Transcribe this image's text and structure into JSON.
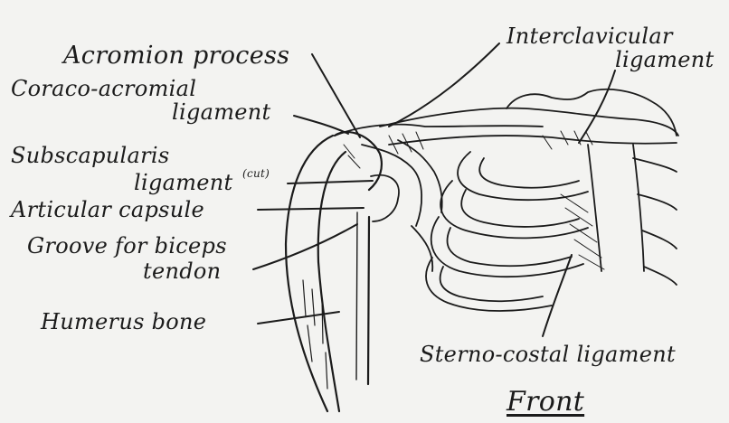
{
  "labels": {
    "acromion": "Acromion process",
    "coraco_line1": "Coraco-acromial",
    "coraco_line2": "ligament",
    "subscap_line1": "Subscapularis",
    "subscap_line2": "ligament",
    "subscap_note": "(cut)",
    "capsule": "Articular capsule",
    "groove_line1": "Groove for biceps",
    "groove_line2": "tendon",
    "humerus": "Humerus bone",
    "interclav_line1": "Interclavicular",
    "interclav_line2": "ligament",
    "sterno": "Sterno-costal ligament",
    "view": "Front"
  },
  "colors": {
    "ink": "#1b1b1b",
    "paper": "#f3f3f1"
  }
}
